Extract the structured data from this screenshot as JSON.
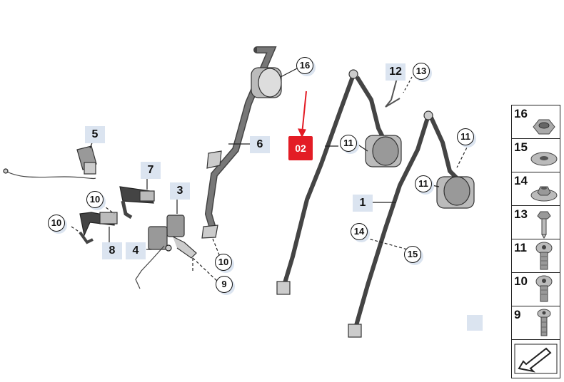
{
  "marker": {
    "label": "02",
    "color": "#e31c25"
  },
  "accent_color": "#dbe4f0",
  "callouts": [
    {
      "id": "c16",
      "label": "16",
      "circled": true
    },
    {
      "id": "c6",
      "label": "6",
      "circled": false
    },
    {
      "id": "c12",
      "label": "12",
      "circled": false
    },
    {
      "id": "c13",
      "label": "13",
      "circled": true
    },
    {
      "id": "c5",
      "label": "5",
      "circled": false
    },
    {
      "id": "c7",
      "label": "7",
      "circled": false
    },
    {
      "id": "c3",
      "label": "3",
      "circled": false
    },
    {
      "id": "c10a",
      "label": "10",
      "circled": true
    },
    {
      "id": "c10b",
      "label": "10",
      "circled": true
    },
    {
      "id": "c8",
      "label": "8",
      "circled": false
    },
    {
      "id": "c4",
      "label": "4",
      "circled": false
    },
    {
      "id": "c10c",
      "label": "10",
      "circled": true
    },
    {
      "id": "c9",
      "label": "9",
      "circled": true
    },
    {
      "id": "c11a",
      "label": "11",
      "circled": true
    },
    {
      "id": "c11b",
      "label": "11",
      "circled": true
    },
    {
      "id": "c11c",
      "label": "11",
      "circled": true
    },
    {
      "id": "c1",
      "label": "1",
      "circled": false
    },
    {
      "id": "c14",
      "label": "14",
      "circled": true
    },
    {
      "id": "c15",
      "label": "15",
      "circled": true
    }
  ],
  "legend": {
    "items": [
      {
        "label": "16",
        "icon": "hex-nut-icon"
      },
      {
        "label": "15",
        "icon": "washer-icon"
      },
      {
        "label": "14",
        "icon": "flanged-nut-icon"
      },
      {
        "label": "13",
        "icon": "hex-screw-icon"
      },
      {
        "label": "11",
        "icon": "torx-bolt-icon"
      },
      {
        "label": "10",
        "icon": "torx-bolt-short-icon"
      },
      {
        "label": "9",
        "icon": "torx-screw-icon"
      }
    ],
    "footer_icon": "arrow-icon"
  }
}
